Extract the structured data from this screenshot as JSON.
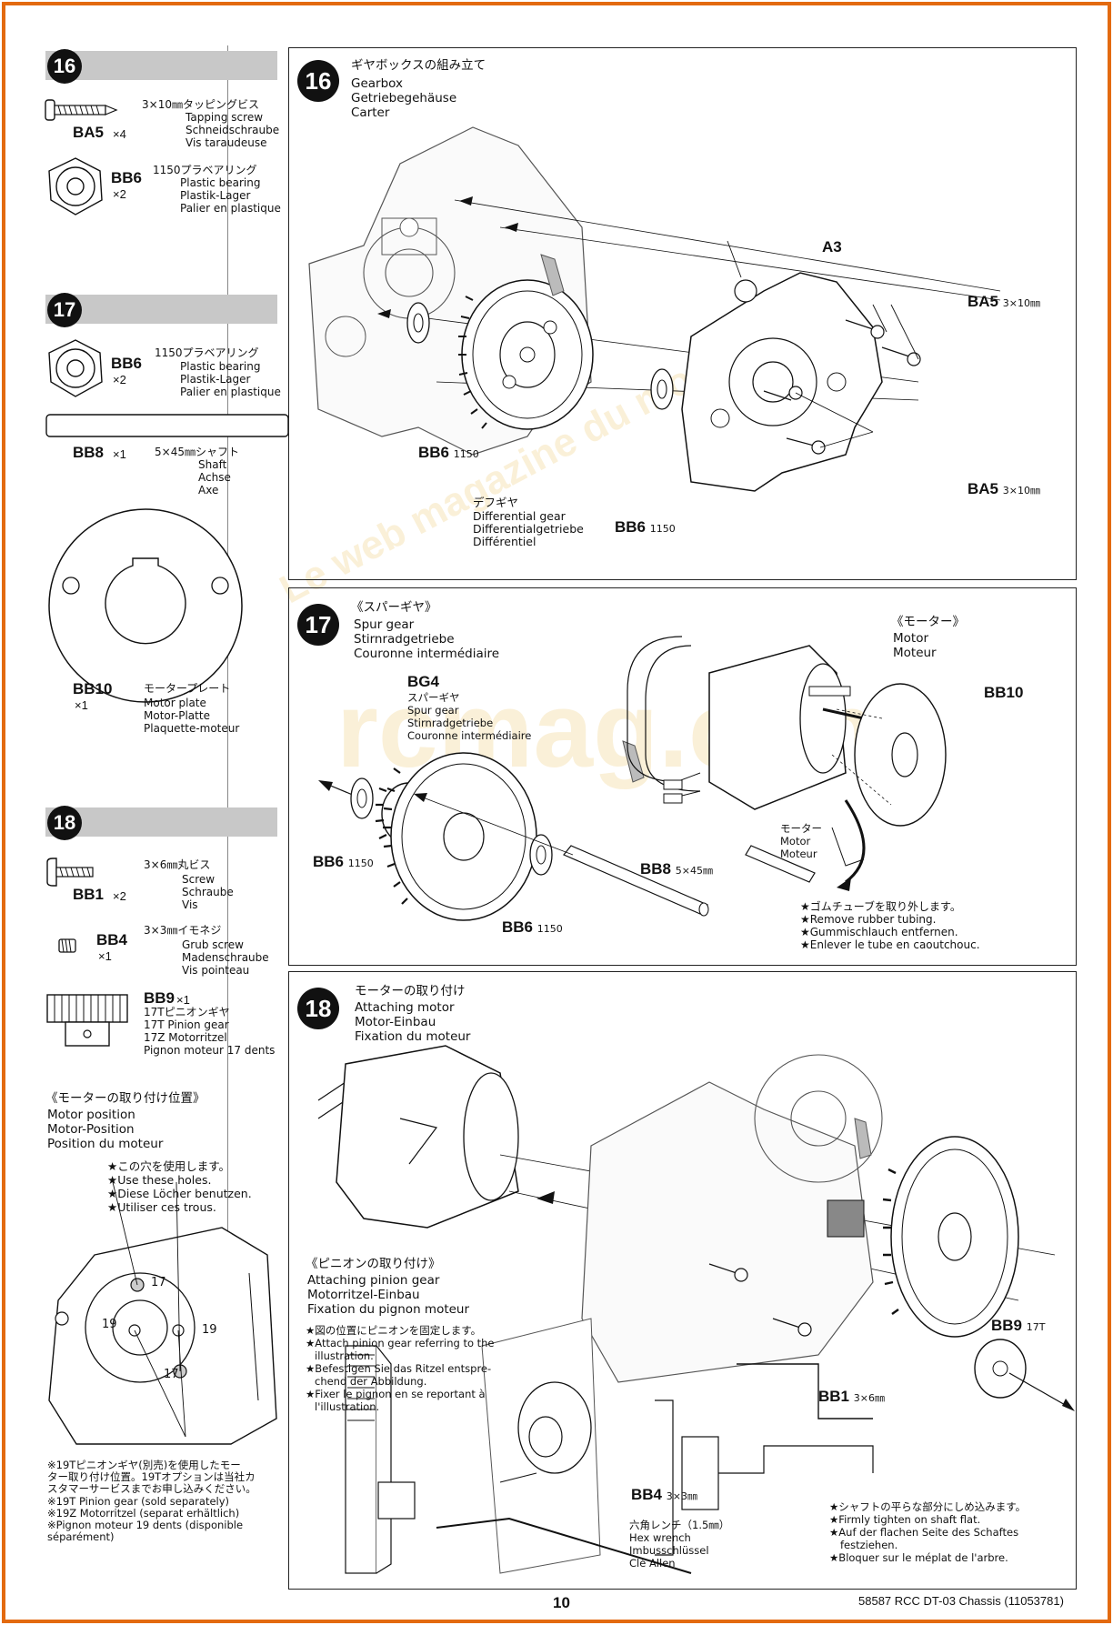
{
  "watermark": {
    "domain": "rcmag.com",
    "arc_text": "Le web magazine du modélisme"
  },
  "colors": {
    "border": "#e36a10",
    "bar": "#c8c8c8",
    "watermark": "#e6aa28"
  },
  "left_column": {
    "step16": {
      "number": "16",
      "parts": [
        {
          "id": "BA5",
          "qty": "×4",
          "jp": "3×10㎜タッピングビス",
          "desc": [
            "Tapping screw",
            "Schneidschraube",
            "Vis taraudeuse"
          ]
        },
        {
          "id": "BB6",
          "qty": "×2",
          "jp": "1150プラベアリング",
          "desc": [
            "Plastic bearing",
            "Plastik-Lager",
            "Palier en plastique"
          ]
        }
      ]
    },
    "step17": {
      "number": "17",
      "parts": [
        {
          "id": "BB6",
          "qty": "×2",
          "jp": "1150プラベアリング",
          "desc": [
            "Plastic bearing",
            "Plastik-Lager",
            "Palier en plastique"
          ]
        },
        {
          "id": "BB8",
          "qty": "×1",
          "jp": "5×45㎜シャフト",
          "desc": [
            "Shaft",
            "Achse",
            "Axe"
          ]
        },
        {
          "id": "BB10",
          "qty": "×1",
          "jp": "モータープレート",
          "desc": [
            "Motor plate",
            "Motor-Platte",
            "Plaquette-moteur"
          ]
        }
      ]
    },
    "step18": {
      "number": "18",
      "parts": [
        {
          "id": "BB1",
          "qty": "×2",
          "jp": "3×6㎜丸ビス",
          "desc": [
            "Screw",
            "Schraube",
            "Vis"
          ]
        },
        {
          "id": "BB4",
          "qty": "×1",
          "jp": "3×3㎜イモネジ",
          "desc": [
            "Grub screw",
            "Madenschraube",
            "Vis pointeau"
          ]
        },
        {
          "id": "BB9",
          "qty": "×1",
          "jp": "17Tピニオンギヤ",
          "desc": [
            "17T Pinion gear",
            "17Z Motorritzel",
            "Pignon moteur 17 dents"
          ]
        }
      ]
    },
    "motor_position": {
      "title": [
        "《モーターの取り付け位置》",
        "Motor position",
        "Motor-Position",
        "Position du moteur"
      ],
      "note": [
        "★この穴を使用します。",
        "★Use these holes.",
        "★Diese Löcher benutzen.",
        "★Utiliser ces trous."
      ],
      "hole_labels": [
        "17",
        "19",
        "19",
        "17"
      ],
      "footnote": [
        "※19Tピニオンギヤ(別売)を使用したモー",
        "ター取り付け位置。19Tオプションは当社カ",
        "スタマーサービスまでお申し込みください。",
        "※19T Pinion gear (sold separately)",
        "※19Z Motorritzel (separat erhältlich)",
        "※Pignon moteur 19 dents (disponible",
        "séparément)"
      ]
    }
  },
  "step16_panel": {
    "number": "16",
    "title": [
      "ギヤボックスの組み立て",
      "Gearbox",
      "Getriebegehäuse",
      "Carter"
    ],
    "labels": {
      "a3": "A3",
      "ba5_top": "BA5",
      "ba5_top_size": "3×10㎜",
      "ba5_bot": "BA5",
      "ba5_bot_size": "3×10㎜",
      "bb6_left": "BB6",
      "bb6_left_size": "1150",
      "bb6_right": "BB6",
      "bb6_right_size": "1150",
      "diff": [
        "デフギヤ",
        "Differential gear",
        "Differentialgetriebe",
        "Différentiel"
      ]
    }
  },
  "step17_panel": {
    "number": "17",
    "title": [
      "《スパーギヤ》",
      "Spur gear",
      "Stirnradgetriebe",
      "Couronne intermédiaire"
    ],
    "bg4": {
      "id": "BG4",
      "lines": [
        "スパーギヤ",
        "Spur gear",
        "Stirnradgetriebe",
        "Couronne intermédiaire"
      ]
    },
    "motor_header": [
      "《モーター》",
      "Motor",
      "Moteur"
    ],
    "motor_label": [
      "モーター",
      "Motor",
      "Moteur"
    ],
    "bb10": "BB10",
    "bb6_left": "BB6",
    "bb6_left_size": "1150",
    "bb6_mid": "BB6",
    "bb6_mid_size": "1150",
    "bb8": "BB8",
    "bb8_size": "5×45㎜",
    "note": [
      "★ゴムチューブを取り外します。",
      "★Remove rubber tubing.",
      "★Gummischlauch entfernen.",
      "★Enlever le tube en caoutchouc."
    ]
  },
  "step18_panel": {
    "number": "18",
    "title": [
      "モーターの取り付け",
      "Attaching motor",
      "Motor-Einbau",
      "Fixation du moteur"
    ],
    "pinion_header": [
      "《ピニオンの取り付け》",
      "Attaching pinion gear",
      "Motorritzel-Einbau",
      "Fixation du pignon moteur"
    ],
    "pinion_note": [
      "★図の位置にピニオンを固定します。",
      "★Attach pinion gear referring to the",
      "illustration.",
      "★Befestigen Sie das Ritzel entspre-",
      "chend der Abbildung.",
      "★Fixer le pignon en se reportant à",
      "l'illustration."
    ],
    "bb9": "BB9",
    "bb9_size": "17T",
    "bb1": "BB1",
    "bb1_size": "3×6㎜",
    "bb4": "BB4",
    "bb4_size": "3×3㎜",
    "hex": [
      "六角レンチ（1.5㎜）",
      "Hex wrench",
      "Imbusschlüssel",
      "Clé Allen"
    ],
    "shaft_note": [
      "★シャフトの平らな部分にしめ込みます。",
      "★Firmly tighten on shaft flat.",
      "★Auf der flachen Seite des Schaftes",
      "festziehen.",
      "★Bloquer sur le méplat de l'arbre."
    ]
  },
  "footer": {
    "page": "10",
    "model": "58587 RCC DT-03 Chassis (11053781)"
  }
}
